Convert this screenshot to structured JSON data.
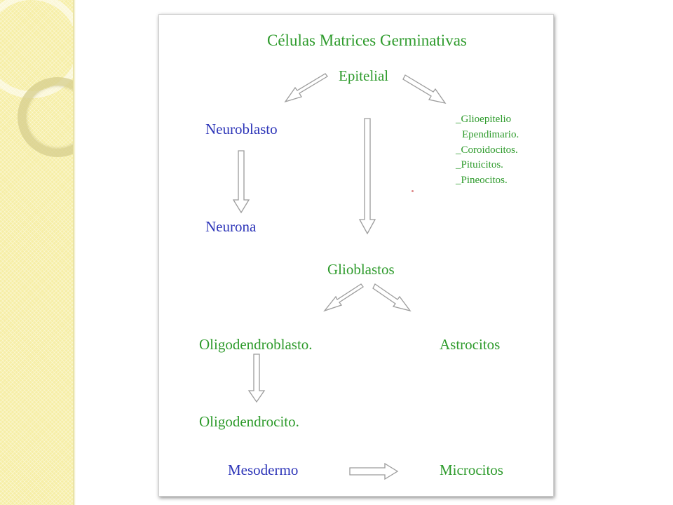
{
  "colors": {
    "green_text": "#2e9b2c",
    "blue_text": "#2c34b8",
    "sidebar": "#f6eea6",
    "arrow_stroke": "#9c9c9c"
  },
  "diagram": {
    "title": "Células Matrices Germinativas",
    "nodes": {
      "epitelial": "Epitelial",
      "neuroblasto": "Neuroblasto",
      "neurona": "Neurona",
      "glioblastos": "Glioblastos",
      "oligodendroblasto": "Oligodendroblasto.",
      "astrocitos": "Astrocitos",
      "oligodendrocito": "Oligodendrocito.",
      "mesodermo": "Mesodermo",
      "microcitos": "Microcitos"
    },
    "epitelial_list": [
      "_Glioepitelio",
      "Ependimario.",
      "_Coroidocitos.",
      "_Pituicitos.",
      "_Pineocitos."
    ]
  }
}
